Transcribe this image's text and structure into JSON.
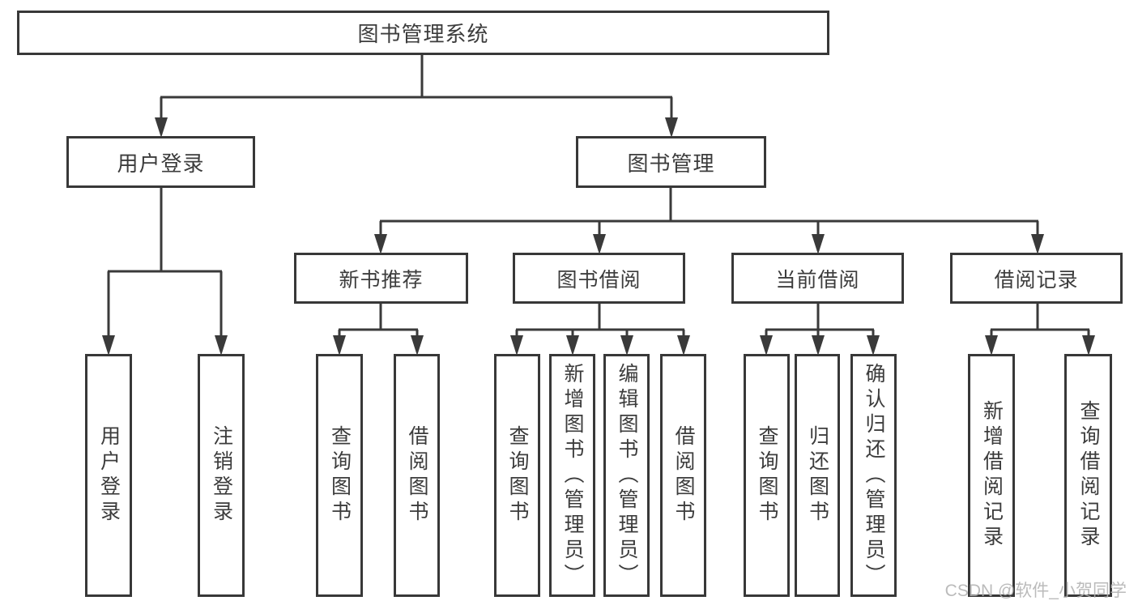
{
  "diagram_title": "图书管理系统",
  "colors": {
    "line": "#3a3a3a",
    "box_border": "#383838",
    "text": "#3c3c3c",
    "background": "#ffffff",
    "watermark": "#b2b2b2"
  },
  "nodes": {
    "root": "图书管理系统",
    "user_login": "用户登录",
    "book_management": "图书管理",
    "new_book_recommend": "新书推荐",
    "book_borrow": "图书借阅",
    "current_borrow": "当前借阅",
    "borrow_records": "借阅记录",
    "user_login_leaf": "用户登录",
    "logout_leaf": "注销登录",
    "recommend_query_books": "查询图书",
    "recommend_borrow_books": "借阅图书",
    "borrow_query_books": "查询图书",
    "borrow_add_books_admin": "新增图书（管理员）",
    "borrow_edit_books_admin": "编辑图书（管理员）",
    "borrow_borrow_books": "借阅图书",
    "current_query_books": "查询图书",
    "current_return_books": "归还图书",
    "current_confirm_return_admin": "确认归还（管理员）",
    "records_add_record": "新增借阅记录",
    "records_query_record": "查询借阅记录"
  },
  "edges": {
    "root": [
      "user_login",
      "book_management"
    ],
    "user_login": [
      "user_login_leaf",
      "logout_leaf"
    ],
    "book_management": [
      "new_book_recommend",
      "book_borrow",
      "current_borrow",
      "borrow_records"
    ],
    "new_book_recommend": [
      "recommend_query_books",
      "recommend_borrow_books"
    ],
    "book_borrow": [
      "borrow_query_books",
      "borrow_add_books_admin",
      "borrow_edit_books_admin",
      "borrow_borrow_books"
    ],
    "current_borrow": [
      "current_query_books",
      "current_return_books",
      "current_confirm_return_admin"
    ],
    "borrow_records": [
      "records_add_record",
      "records_query_record"
    ]
  },
  "watermark": "CSDN @软件_小贺同学"
}
